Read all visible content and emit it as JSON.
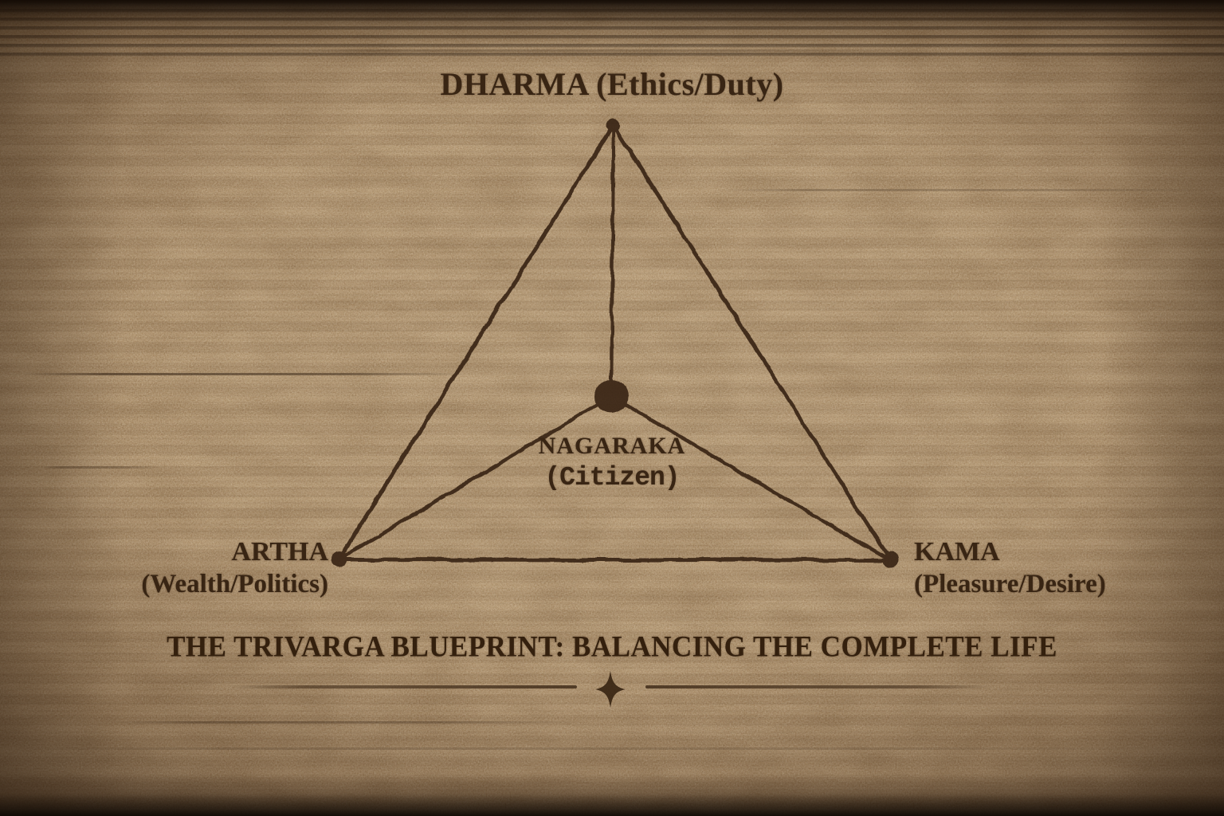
{
  "diagram": {
    "type": "triangle-network",
    "title": "THE TRIVARGA BLUEPRINT: BALANCING THE COMPLETE LIFE",
    "nodes": {
      "dharma": {
        "label": "DHARMA",
        "descriptor": "(Ethics/Duty)",
        "position": "top-apex"
      },
      "artha": {
        "label": "ARTHA",
        "descriptor": "(Wealth/Politics)",
        "position": "bottom-left"
      },
      "kama": {
        "label": "KAMA",
        "descriptor": "(Pleasure/Desire)",
        "position": "bottom-right"
      },
      "nagaraka": {
        "label": "NAGARAKA",
        "descriptor": "(Citizen)",
        "position": "center"
      }
    },
    "connections": [
      "dharma-artha",
      "dharma-kama",
      "artha-kama",
      "dharma-nagaraka",
      "artha-nagaraka",
      "kama-nagaraka"
    ],
    "ornament": "four-point-diamond-star",
    "colors": {
      "ink": "#3a2614",
      "caption_ink": "#35210e",
      "parchment_light": "#c9ae88",
      "parchment_mid": "#bb9e78",
      "parchment_dark": "#96795a",
      "edge_dark": "#1a0f06"
    }
  }
}
